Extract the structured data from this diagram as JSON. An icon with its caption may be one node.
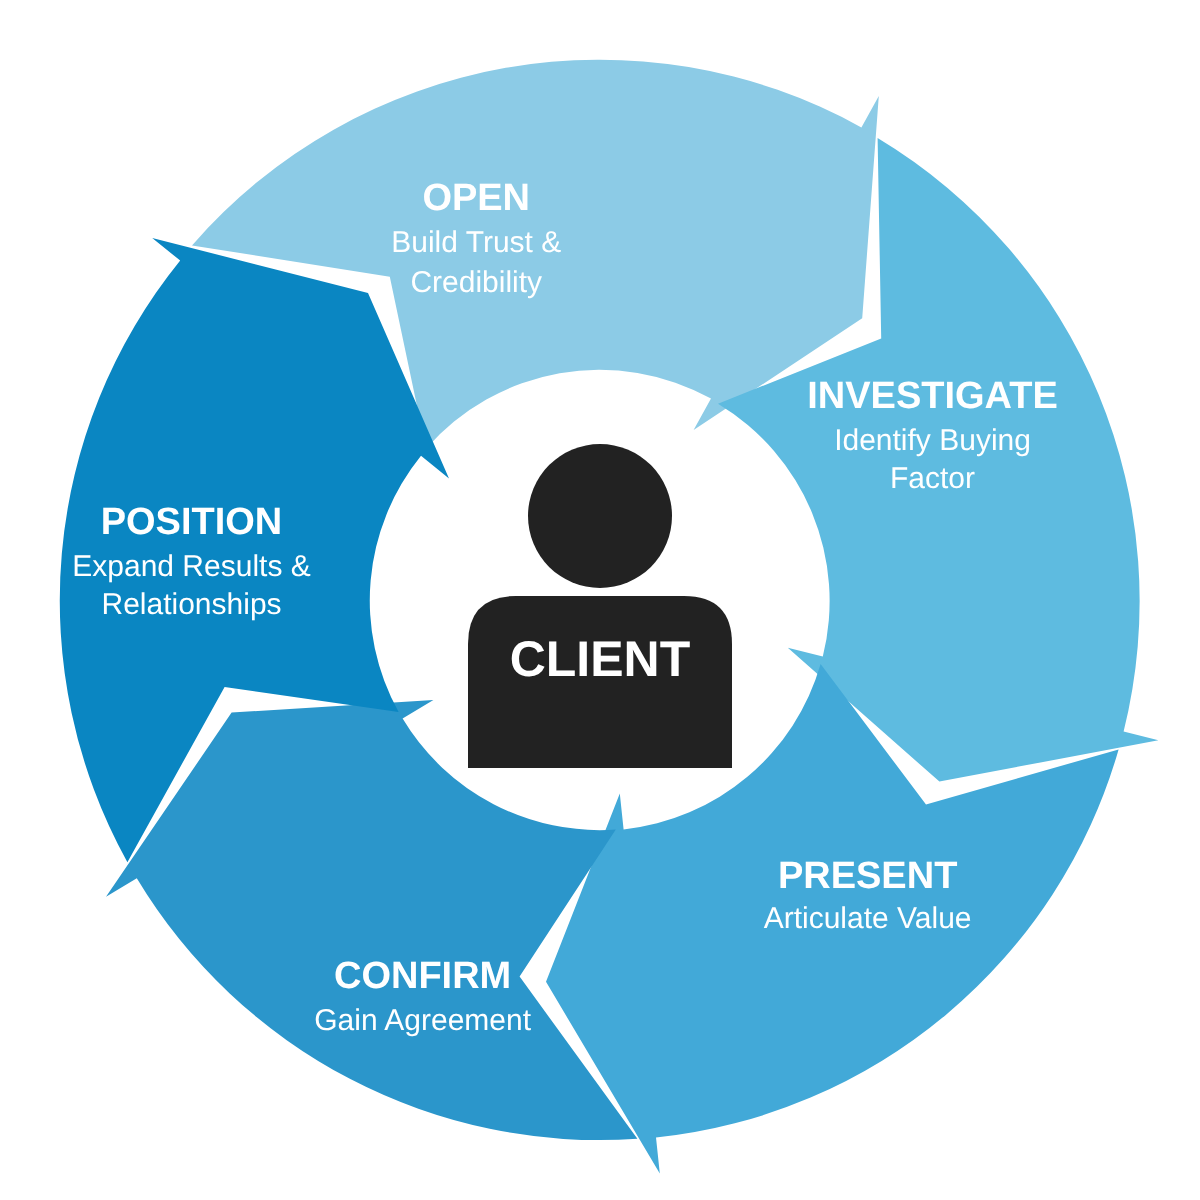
{
  "diagram": {
    "nodes": [
      {
        "text": [
          "OPEN",
          "Build Trust & Credibility"
        ]
      },
      {
        "text": [
          "INVESTIGATE",
          "Identify Buying Factor"
        ]
      },
      {
        "text": [
          "PRESENT",
          "Articulate Value"
        ]
      },
      {
        "text": [
          "CONFIRM",
          "Gain Agreement"
        ]
      },
      {
        "text": [
          "POSITION",
          "Expand Results & Relationships"
        ]
      },
      {
        "text": [
          "CLIENT"
        ]
      }
    ]
  }
}
